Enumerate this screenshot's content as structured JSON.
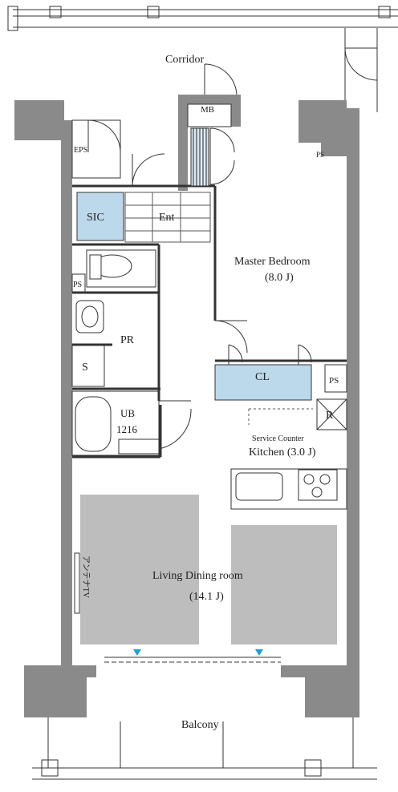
{
  "labels": {
    "corridor": "Corridor",
    "mb": "MB",
    "eps": "EPS",
    "ps_left": "PS",
    "ps_right": "PS",
    "ps_small": "PS",
    "sic": "SIC",
    "ent": "Ent",
    "master_bedroom": "Master Bedroom",
    "master_bedroom_size": "(8.0 J)",
    "pr": "PR",
    "s": "S",
    "ub": "UB",
    "ub_size": "1216",
    "cl": "CL",
    "r": "R",
    "service_counter": "Service Counter",
    "kitchen": "Kitchen (3.0 J)",
    "living": "Living Dining room",
    "living_size": "(14.1 J)",
    "tv": "アンテナTV",
    "balcony": "Balcony"
  },
  "colors": {
    "wall": "#8a8a8a",
    "wall_dark": "#6f6f6f",
    "line": "#333333",
    "storage_fill": "#bcd9ec",
    "floor_rug": "#bdbdbd",
    "hatch": "#777777",
    "arrow": "#1aa0d8"
  }
}
